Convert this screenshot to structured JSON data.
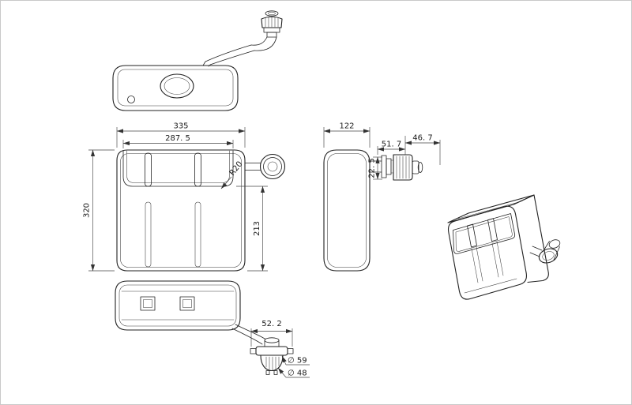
{
  "colors": {
    "line": "#222222",
    "dim_line": "#444444",
    "text": "#1a1a1a",
    "background": "#ffffff",
    "frame": "#c9c9c9"
  },
  "dimensions": {
    "overall_width": "335",
    "panel_width": "287. 5",
    "overall_height": "320",
    "right_height": "213",
    "corner_radius": "R20",
    "depth": "122",
    "cap_dim_a": "51. 7",
    "cap_dim_b": "46. 7",
    "cap_dim_c": "22. 5",
    "cap_dim_d": "52. 2",
    "cap_dia_outer": "∅ 59",
    "cap_dia_inner": "∅ 48"
  }
}
